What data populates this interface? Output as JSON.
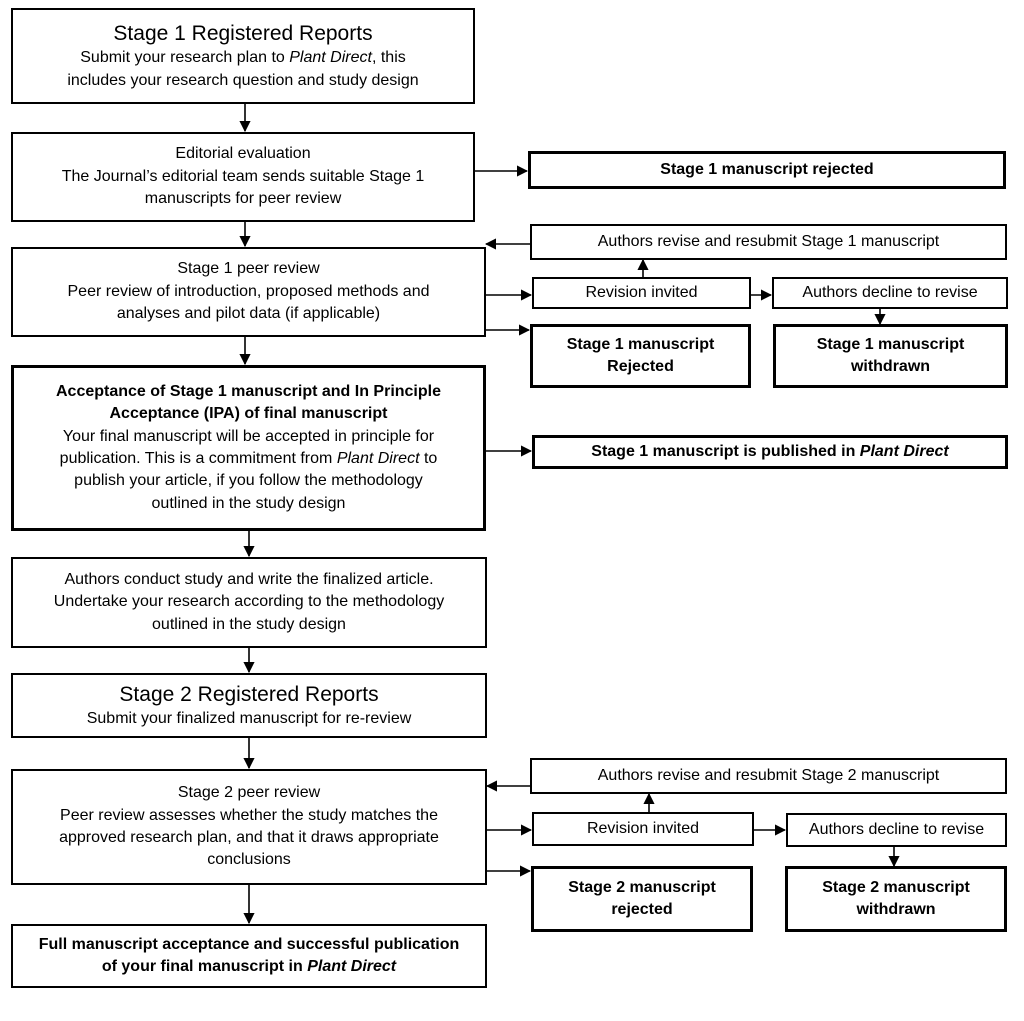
{
  "stage1_box": {
    "title": "Stage 1 Registered Reports",
    "line1_prefix": "Submit your research plan to ",
    "line1_journal": "Plant Direct",
    "line1_suffix": ", this",
    "line2": "includes your research question and study design"
  },
  "editorial_box": {
    "title": "Editorial evaluation",
    "line1": "The Journal’s editorial team sends suitable Stage 1",
    "line2": "manuscripts for peer review"
  },
  "stage1_rejected_box": {
    "text": "Stage 1 manuscript rejected"
  },
  "stage1_review_box": {
    "title": "Stage 1 peer review",
    "line1": "Peer review of introduction, proposed methods and",
    "line2": "analyses and pilot data (if applicable)"
  },
  "stage1_resubmit_box": {
    "text": "Authors revise and resubmit Stage 1 manuscript"
  },
  "stage1_revision_box": {
    "text": "Revision invited"
  },
  "stage1_decline_box": {
    "text": "Authors decline to revise"
  },
  "stage1_rejected2_box": {
    "line1": "Stage 1 manuscript",
    "line2": "Rejected"
  },
  "stage1_withdrawn_box": {
    "line1": "Stage 1 manuscript",
    "line2": "withdrawn"
  },
  "ipa_box": {
    "title1": "Acceptance of Stage 1 manuscript and In Principle",
    "title2": "Acceptance (IPA) of final manuscript",
    "line1": "Your final manuscript will be accepted in principle for",
    "line2_prefix": "publication. This is a commitment from ",
    "line2_journal": "Plant Direct",
    "line2_suffix": " to",
    "line3": "publish your article, if you follow the methodology",
    "line4": "outlined in the study design"
  },
  "stage1_published_box": {
    "prefix": "Stage 1 manuscript is published in ",
    "journal": "Plant Direct"
  },
  "conduct_box": {
    "line1": "Authors conduct study and write the finalized article.",
    "line2": "Undertake your research according to the methodology",
    "line3": "outlined in the study design"
  },
  "stage2_box": {
    "title": "Stage 2 Registered Reports",
    "line1": "Submit your finalized manuscript for re-review"
  },
  "stage2_review_box": {
    "title": "Stage 2 peer review",
    "line1": "Peer review assesses whether the study matches the",
    "line2": "approved research plan, and that it draws appropriate",
    "line3": "conclusions"
  },
  "stage2_resubmit_box": {
    "text": "Authors revise and resubmit Stage 2 manuscript"
  },
  "stage2_revision_box": {
    "text": "Revision invited"
  },
  "stage2_decline_box": {
    "text": "Authors decline to revise"
  },
  "stage2_rejected_box": {
    "line1": "Stage 2 manuscript",
    "line2": "rejected"
  },
  "stage2_withdrawn_box": {
    "line1": "Stage 2 manuscript",
    "line2": "withdrawn"
  },
  "final_box": {
    "line1": "Full manuscript acceptance and successful publication",
    "line2_prefix": "of your final manuscript in ",
    "line2_journal": "Plant Direct"
  }
}
